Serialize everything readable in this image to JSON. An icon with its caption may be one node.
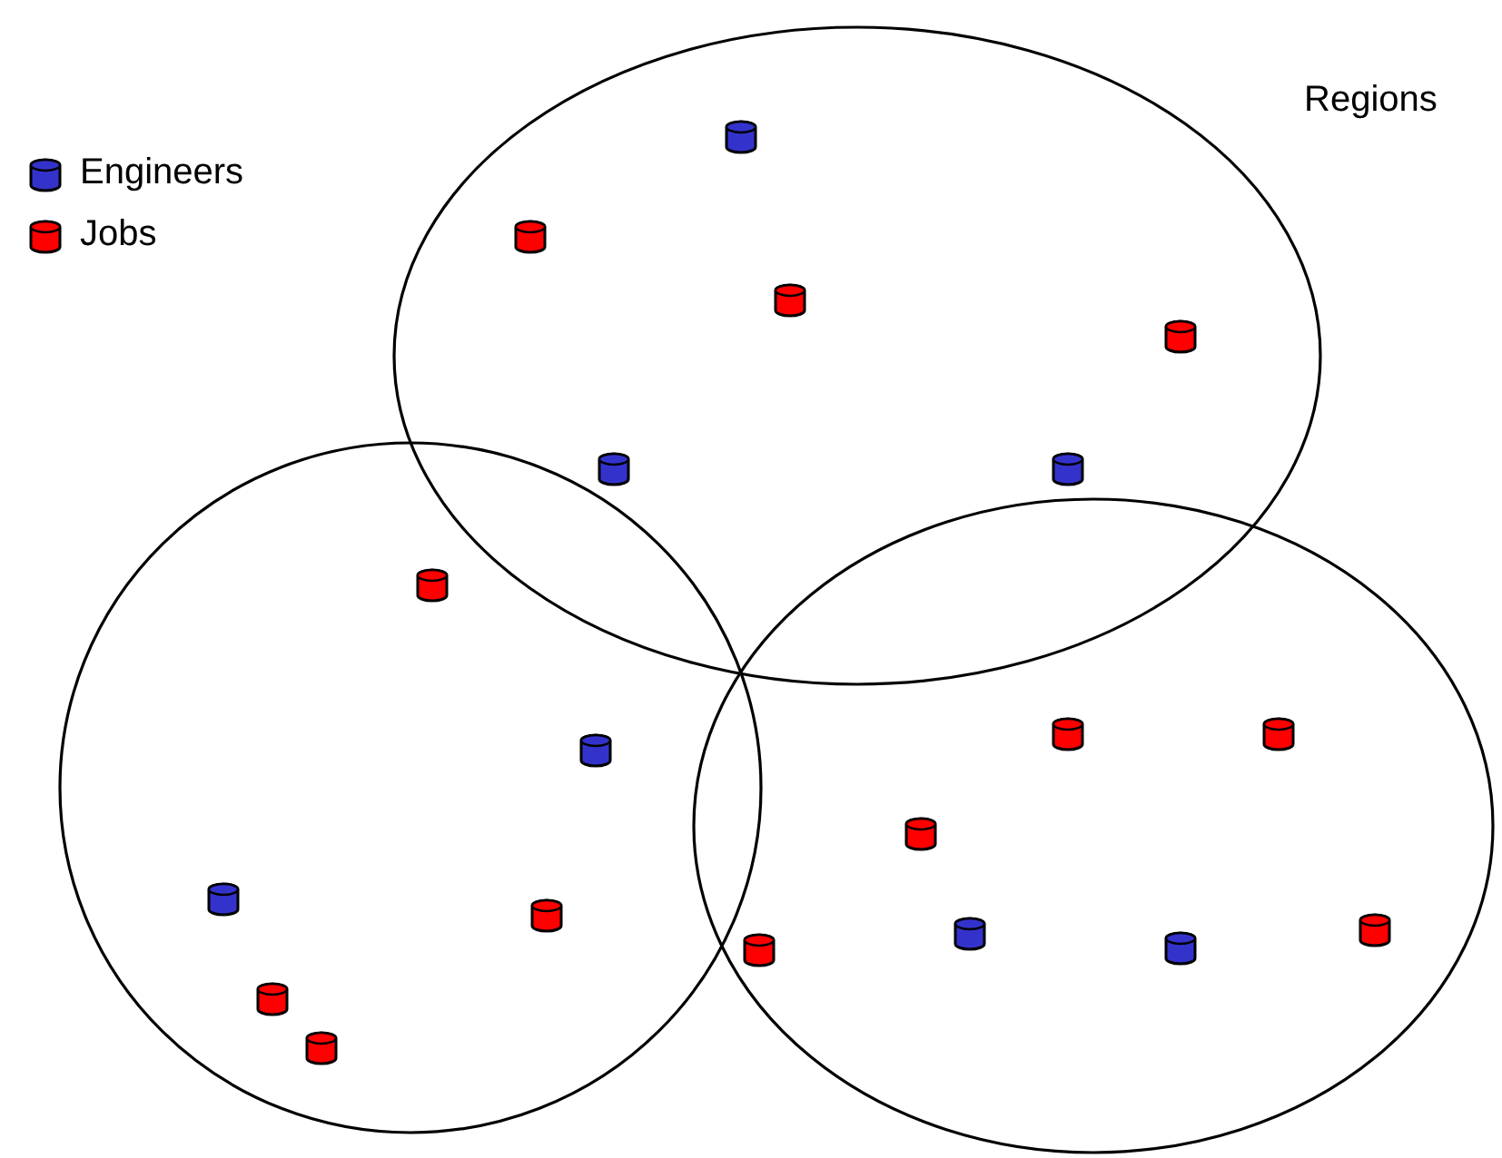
{
  "diagram": {
    "labels": [
      "Regions"
    ],
    "legend": [
      {
        "text": "Engineers",
        "color": "#3333cc"
      },
      {
        "text": "Jobs",
        "color": "#ff0000"
      }
    ]
  }
}
